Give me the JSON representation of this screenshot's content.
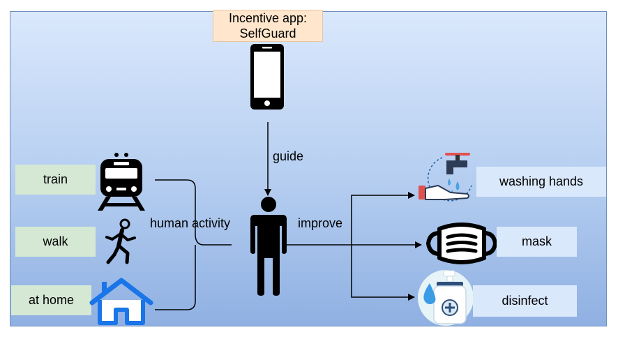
{
  "app_box": {
    "line1": "Incentive app:",
    "line2": "SelfGuard"
  },
  "activities": {
    "train": "train",
    "walk": "walk",
    "home": "at home"
  },
  "outcomes": {
    "washing": "washing hands",
    "mask": "mask",
    "disinfect": "disinfect"
  },
  "edge_labels": {
    "guide": "guide",
    "human_activity": "human activity",
    "improve": "improve"
  },
  "icons": [
    "smartphone-icon",
    "train-icon",
    "walking-person-icon",
    "house-icon",
    "person-icon",
    "hand-washing-faucet-icon",
    "face-mask-icon",
    "sanitizer-bottle-icon"
  ],
  "colors": {
    "panel_border": "#6c8ebf",
    "activity_box": "#d5e8d4",
    "outcome_box": "#dae8fc",
    "app_box": "#ffe6cc",
    "house": "#1a75e8"
  }
}
